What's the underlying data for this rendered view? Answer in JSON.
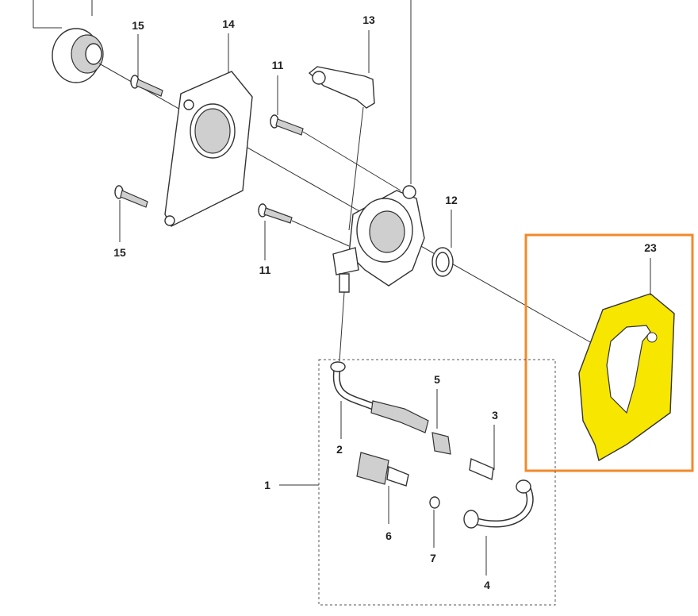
{
  "diagram": {
    "callouts": {
      "c15a": "15",
      "c14": "14",
      "c13": "13",
      "c11a": "11",
      "c15b": "15",
      "c11b": "11",
      "c12": "12",
      "c23": "23",
      "c5": "5",
      "c3": "3",
      "c2": "2",
      "c1": "1",
      "c6": "6",
      "c7": "7",
      "c4": "4"
    },
    "colors": {
      "highlight_box": "#f28a2b",
      "highlighted_part": "#f7e600"
    }
  }
}
